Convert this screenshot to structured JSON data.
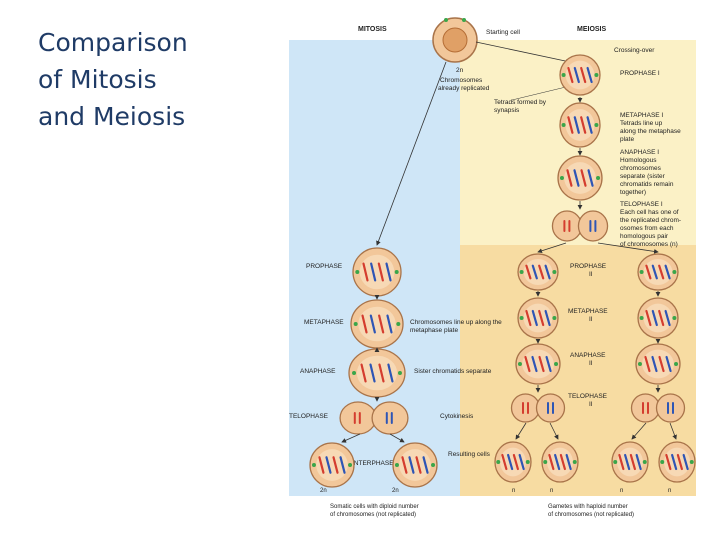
{
  "slide": {
    "title_lines": [
      "Comparison",
      "of Mitosis",
      "and Meiosis"
    ]
  },
  "figure": {
    "headers": {
      "mitosis": "MITOSIS",
      "meiosis": "MEIOSIS"
    },
    "starting_cell": "Starting cell",
    "ploidy_2n": "2n",
    "ploidy_n": "n",
    "chromosomes_replicated": [
      "Chromosomes",
      "already replicated"
    ],
    "crossing_over": "Crossing-over",
    "tetrads_formed": [
      "Tetrads formed by",
      "synapsis"
    ],
    "meiosis_I_stages": [
      {
        "title": "PROPHASE I",
        "desc": []
      },
      {
        "title": "METAPHASE I",
        "desc": [
          "Tetrads line up",
          "along the metaphase",
          "plate"
        ]
      },
      {
        "title": "ANAPHASE I",
        "desc": [
          "Homologous",
          "chromosomes",
          "separate (sister",
          "chromatids remain",
          "together)"
        ]
      },
      {
        "title": "TELOPHASE I",
        "desc": [
          "Each cell has one of",
          "the replicated chrom-",
          "osomes from each",
          "homologous pair",
          "of chromosomes (n)"
        ]
      }
    ],
    "mitosis_stages": [
      {
        "name": "PROPHASE",
        "note": []
      },
      {
        "name": "METAPHASE",
        "note": [
          "Chromosomes line up along the",
          "metaphase plate"
        ]
      },
      {
        "name": "ANAPHASE",
        "note": [
          "Sister chromatids separate"
        ]
      },
      {
        "name": "TELOPHASE",
        "note": [
          "Cytokinesis"
        ]
      },
      {
        "name": "INTERPHASE",
        "note": [
          "Resulting cells"
        ]
      }
    ],
    "meiosis_II_stages": [
      {
        "name": "PROPHASE",
        "sub": "II"
      },
      {
        "name": "METAPHASE",
        "sub": "II"
      },
      {
        "name": "ANAPHASE",
        "sub": "II"
      },
      {
        "name": "TELOPHASE",
        "sub": "II"
      }
    ],
    "footer_mitosis": [
      "Somatic cells with diploid number",
      "of chromosomes (not replicated)"
    ],
    "footer_meiosis": [
      "Gametes with haploid number",
      "of chromosomes (not replicated)"
    ],
    "colors": {
      "mitosis_bg": "#cfe6f7",
      "meiosis_I_bg": "#fbf1c6",
      "meiosis_II_bg": "#f7dca2",
      "cell_fill": "#f2c79a",
      "cell_stroke": "#a9744a",
      "chrom_red": "#d43d2f",
      "chrom_blue": "#2e55b5",
      "centriole": "#3aa64a"
    }
  }
}
